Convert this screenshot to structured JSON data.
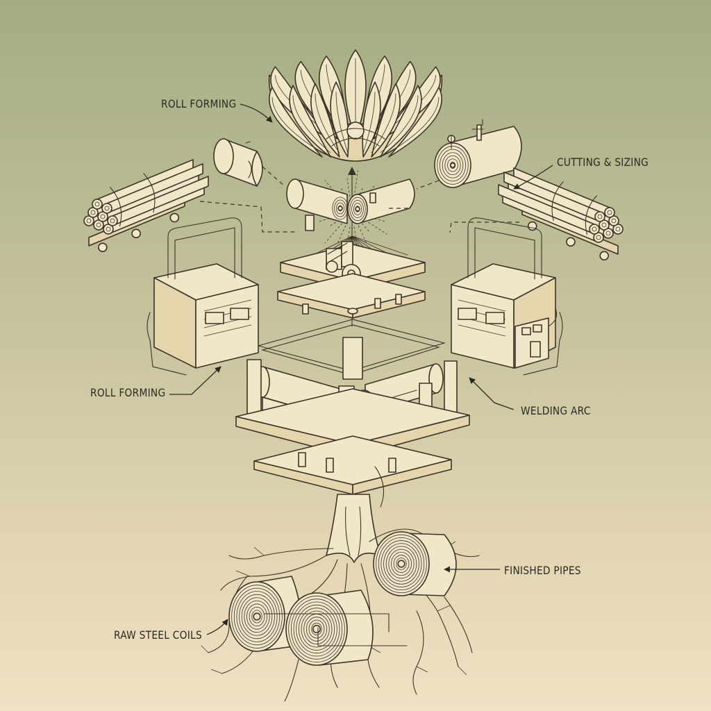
{
  "labels": {
    "roll_forming_top": "ROLL FORMING",
    "cutting_sizing": "CUTTING & SIZING",
    "roll_forming_left": "ROLL FORMING",
    "welding_arc": "WELDING ARC",
    "finished_pipes": "FINISHED PIPES",
    "raw_steel_coils": "RAW STEEL COILS"
  },
  "colors": {
    "background_top": "#a4ac82",
    "background_bottom": "#efe1c3",
    "ink": "#3a3428",
    "part_fill": "#f1e6c7"
  }
}
